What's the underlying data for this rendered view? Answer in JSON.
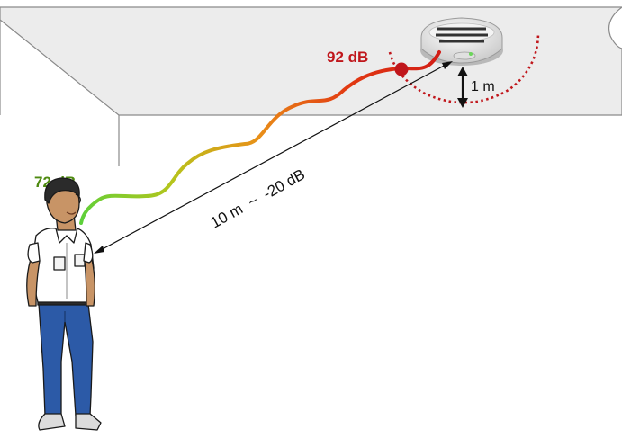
{
  "labels": {
    "source_level": "92 dB",
    "listener_level": "72 dB",
    "reference_distance": "1 m",
    "attenuation": "10 m  ~  -20 dB"
  },
  "colors": {
    "source_level": "#c0161b",
    "listener_level": "#4e8a10",
    "room_fill": "#ececec",
    "room_line": "#8a8a8a",
    "arc": "#c0161b"
  }
}
